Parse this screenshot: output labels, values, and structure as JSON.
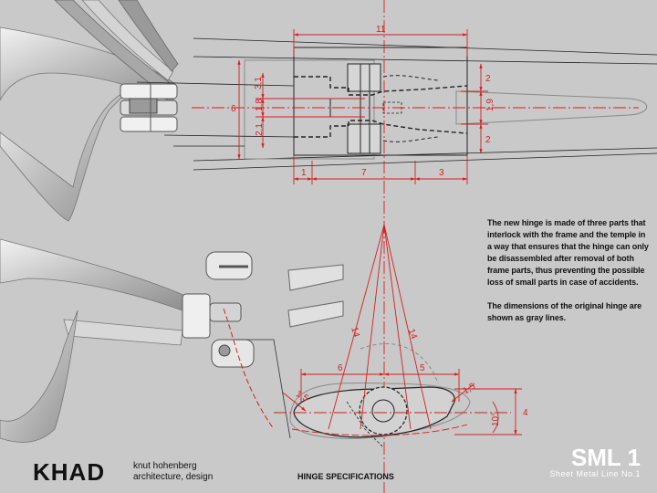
{
  "description": {
    "paragraph1": "The new hinge is made of three parts that interlock with the frame and the temple in a way that ensures that the hinge can only be disassembled after removal of both frame parts, thus preventing the possible loss of small parts in case of accidents.",
    "paragraph2": "The dimensions of the original hinge are shown as gray lines."
  },
  "footer": {
    "brand": "KHAD",
    "author_line1": "knut hohenberg",
    "author_line2": "architecture, design",
    "caption": "HINGE SPECIFICATIONS",
    "series_code": "SML 1",
    "series_name": "Sheet Metal Line  No.1"
  },
  "top_view_dimensions": {
    "overall_width": "11",
    "height_6": "6",
    "left_3_1": "3,1",
    "left_1_8": "1,8",
    "left_2_1": "2,1",
    "right_2a": "2",
    "right_1_9": "1,9",
    "right_2b": "2",
    "bottom_1": "1",
    "bottom_7": "7",
    "bottom_3": "3"
  },
  "side_view_dimensions": {
    "left_6": "6",
    "right_5": "5",
    "slant_14_left": "14",
    "slant_14_right": "14",
    "radius_1_5_left": "1,5",
    "radius_1_5_right": "1,5",
    "angle": "10°",
    "height_4": "4"
  },
  "colors": {
    "background": "#c9c9c9",
    "dimension_red": "#d41f1f",
    "outline_dark": "#222222",
    "original_gray": "#8a8a8a"
  }
}
